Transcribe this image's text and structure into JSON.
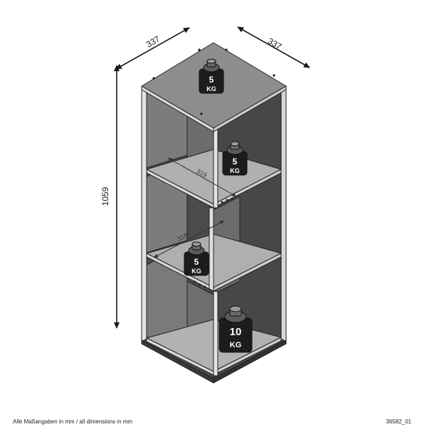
{
  "dimensions": {
    "width_left": "337",
    "width_right": "337",
    "height": "1059",
    "inner_upper": "319",
    "inner_lower": "319"
  },
  "weights": {
    "top": {
      "value": "5",
      "unit": "KG"
    },
    "upper_shelf": {
      "value": "5",
      "unit": "KG"
    },
    "lower_shelf": {
      "value": "5",
      "unit": "KG"
    },
    "bottom": {
      "value": "10",
      "unit": "KG"
    }
  },
  "footer": {
    "note": "Alle Maßangaben in mm / all dimensions in mm",
    "article_code": "36582_01"
  },
  "colors": {
    "top_face": "#8a8a8a",
    "dark_interior": "#4b4b4b",
    "mid_panel": "#737373",
    "light_shelf": "#b0b0b0",
    "weight": "#1c1c1c",
    "outline": "#222222"
  }
}
